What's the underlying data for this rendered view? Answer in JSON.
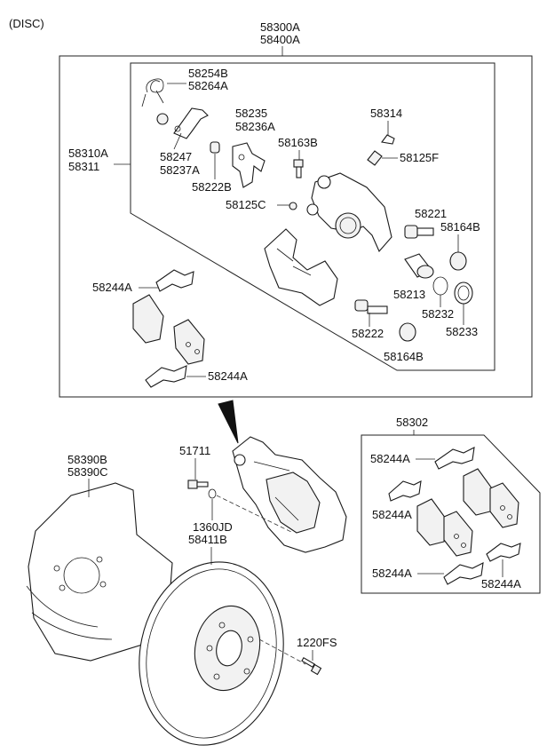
{
  "section_label": "(DISC)",
  "callouts": {
    "c58300A": "58300A",
    "c58400A": "58400A",
    "c58310A": "58310A",
    "c58311": "58311",
    "c58254B": "58254B",
    "c58264A": "58264A",
    "c58247": "58247",
    "c58237A": "58237A",
    "c58235": "58235",
    "c58236A": "58236A",
    "c58222B": "58222B",
    "c58163B": "58163B",
    "c58314": "58314",
    "c58125F": "58125F",
    "c58125C": "58125C",
    "c58221": "58221",
    "c58164B_top": "58164B",
    "c58213": "58213",
    "c58232": "58232",
    "c58233": "58233",
    "c58222": "58222",
    "c58164B_bot": "58164B",
    "c58244A_1": "58244A",
    "c58244A_2": "58244A",
    "c58302": "58302",
    "c58244A_3": "58244A",
    "c58244A_4": "58244A",
    "c58244A_5": "58244A",
    "c58244A_6": "58244A",
    "c58390B": "58390B",
    "c58390C": "58390C",
    "c51711": "51711",
    "c1360JD": "1360JD",
    "c58411B": "58411B",
    "c1220FS": "1220FS"
  }
}
